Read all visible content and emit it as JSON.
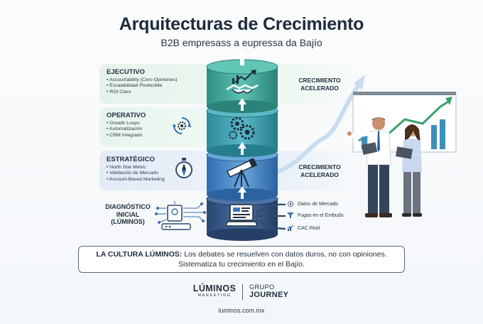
{
  "header": {
    "title": "Arquitecturas de Crecimiento",
    "subtitle": "B2B empresass a eupressa da Bajío"
  },
  "levels": [
    {
      "title": "EJECUTIVO",
      "items": [
        "Accountability (Cero Opiniones)",
        "Escalabilidad Predecible",
        "ROI Claro"
      ],
      "icon": "handshake-growth-icon",
      "right_label": "CRECIMIENTO\nACELERADO"
    },
    {
      "title": "OPERATIVO",
      "items": [
        "Growth Loops",
        "Automatización",
        "CRM Integrado"
      ],
      "icon": "gears-icon",
      "side_icon": "cycle-gear-icon"
    },
    {
      "title": "ESTRATÉGICO",
      "items": [
        "North Star Metric",
        "Validación de Mercado",
        "Account-Based Marketing"
      ],
      "icon": "telescope-icon",
      "side_icon": "compass-icon",
      "right_label": "CRECIMIENTO\nACELERADO"
    },
    {
      "title": "DIAGNÓSTICO\nINICIAL\n(LÚMINOS)",
      "icon": "laptop-data-icon",
      "side_icon": "circuit-device-icon",
      "data_items": [
        {
          "label": "Datos de Mercado",
          "icon": "gear-data-icon"
        },
        {
          "label": "Fugas en el Embudo",
          "icon": "funnel-icon"
        },
        {
          "label": "CAC Real",
          "icon": "chart-up-icon"
        }
      ]
    }
  ],
  "culture": {
    "lead": "LA CULTURA LÚMINOS:",
    "line1": " Los debates se resuelven con datos duros, no con opiniones.",
    "line2": "Sistematiza tu crecimiento en el Bajío."
  },
  "footer": {
    "logo1_name": "LÚMINOS",
    "logo1_sub": "MARKETING",
    "logo2_top": "GRUPO",
    "logo2_bottom": "JOURNEY",
    "url": "luminos.com.mx"
  },
  "colors": {
    "teal_top": "#3fa39a",
    "teal_mid": "#2f8fa0",
    "blue_mid": "#3a78b8",
    "navy_base": "#2e4e7a",
    "arrow": "#ffffff",
    "trend_line": "#a9c6e6"
  }
}
